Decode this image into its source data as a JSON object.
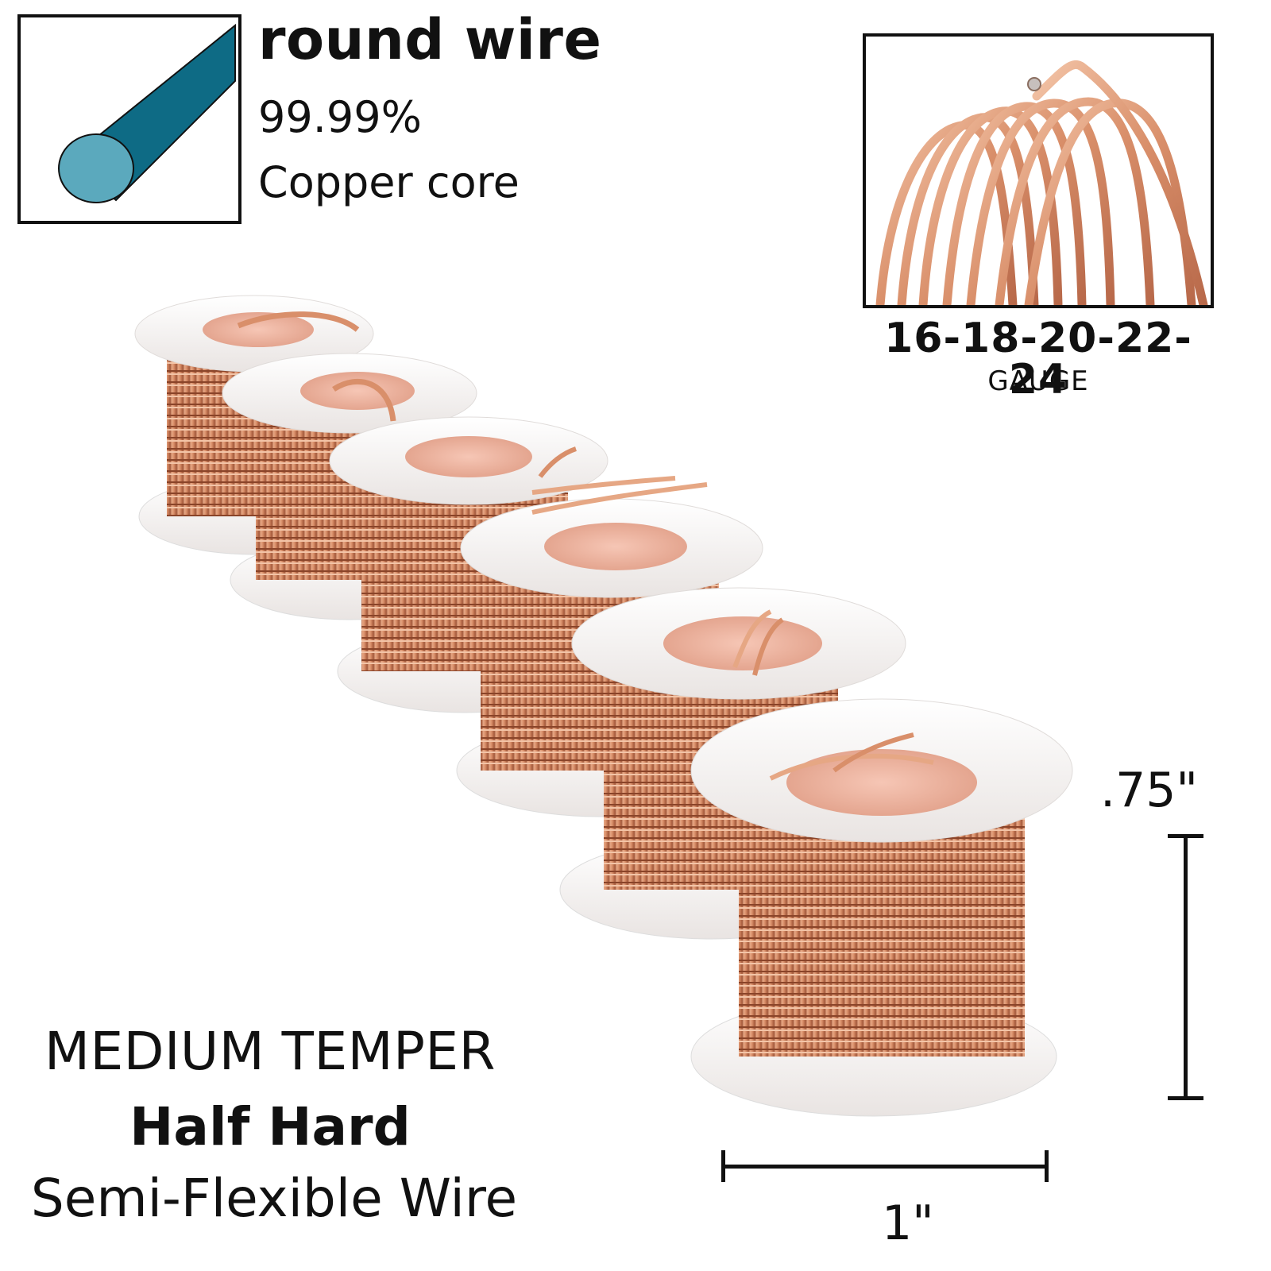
{
  "wire_profile": {
    "shape_icon": "round-wire-icon",
    "title": "round wire",
    "purity": "99.99%",
    "core": "Copper core",
    "colors": {
      "wire_body": "#0e6b85",
      "wire_end": "#5ba9bd"
    }
  },
  "gauge": {
    "photo": "copper-wire-coil",
    "values": "16-18-20-22-24",
    "label": "GAUGE"
  },
  "product_photo": {
    "subject": "six copper wire spools on white plastic reels",
    "spool_count": 6,
    "colors": {
      "copper": "#d98f6a",
      "reel": "#f4f2f1"
    }
  },
  "temper": {
    "title": "MEDIUM TEMPER",
    "hardness": "Half Hard",
    "flexibility": "Semi-Flexible Wire"
  },
  "dimensions": {
    "height": ".75\"",
    "width": "1\""
  }
}
